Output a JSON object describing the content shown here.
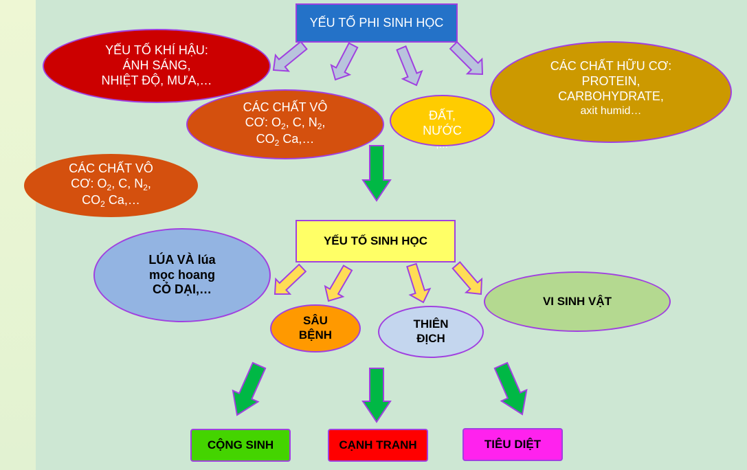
{
  "abiotic": {
    "title": "YẾU TỐ PHI SINH HỌC"
  },
  "climate": {
    "line1": "YẾU TỐ KHÍ HẬU:",
    "line2": "ÁNH SÁNG,",
    "line3": "NHIỆT ĐỘ, MƯA,…"
  },
  "inorganic": {
    "line1": "CÁC CHẤT VÔ",
    "line2a": "CƠ: O",
    "line2b": ", C, N",
    "line2c": ",",
    "line3a": "CO",
    "line3b": " Ca,…",
    "sub2": "2"
  },
  "soil": {
    "line1": "ĐẤT,",
    "line2": "NƯỚC",
    "line3": ",…"
  },
  "organic": {
    "line1": "CÁC CHẤT HỮU CƠ:",
    "line2": "PROTEIN,",
    "line3": "CARBOHYDRATE,",
    "line4": "axit humid…"
  },
  "biotic": {
    "title": "YẾU TỐ SINH HỌC"
  },
  "rice": {
    "line1": "LÚA VÀ lúa",
    "line2": "mọc hoang",
    "line3": "CỎ DẠI,…"
  },
  "pests": {
    "line1": "SÂU",
    "line2": "BỆNH"
  },
  "enemies": {
    "line1": "THIÊN",
    "line2": "ĐỊCH"
  },
  "microbes": {
    "label": "VI SINH VẬT"
  },
  "outcomes": {
    "symbiosis": "CỘNG SINH",
    "competition": "CẠNH TRANH",
    "destruction": "TIÊU DIỆT"
  },
  "colors": {
    "abiotic": "#2472c8",
    "climate": "#cc0000",
    "inorganic": "#d4500e",
    "soil": "#ffcc00",
    "organic": "#cc9900",
    "biotic": "#ffff66",
    "rice": "#93b4e2",
    "pests": "#ff9900",
    "enemies": "#c4d6ee",
    "microbes": "#b4d990",
    "symbiosis": "#44d400",
    "competition": "#ff0000",
    "destruction": "#ff22ee"
  }
}
